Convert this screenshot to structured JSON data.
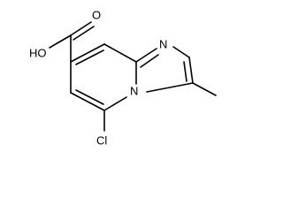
{
  "structure": {
    "atoms": {
      "hydroxyl": "HO",
      "carbonyl_oxygen": "O",
      "imine_nitrogen": "N",
      "bridge_nitrogen": "N",
      "chlorine": "Cl"
    }
  }
}
